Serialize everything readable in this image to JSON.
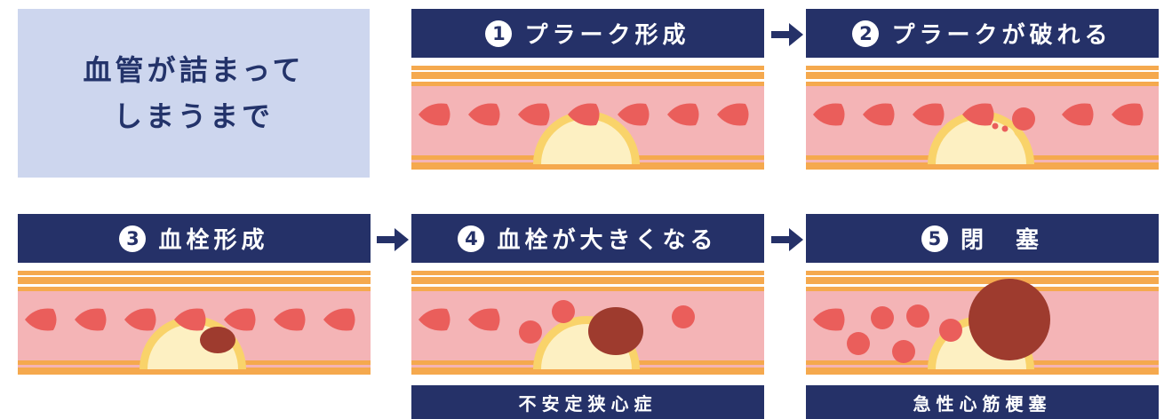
{
  "title": "血管が詰まって\nしまうまで",
  "colors": {
    "navy": "#253168",
    "title_bg": "#cdd6ee",
    "vessel_wall": "#f5a94e",
    "lumen": "#f4b4b6",
    "red_cell": "#ea5e5b",
    "thrombus": "#9e3b2e",
    "plaque": "#fdf0c2"
  },
  "steps": [
    {
      "number": "1",
      "label": "プラーク形成"
    },
    {
      "number": "2",
      "label": "プラークが破れる"
    },
    {
      "number": "3",
      "label": "血栓形成"
    },
    {
      "number": "4",
      "label": "血栓が大きくなる"
    },
    {
      "number": "5",
      "label": "閉　塞"
    }
  ],
  "conditions": [
    "不安定狭心症",
    "急性心筋梗塞"
  ],
  "icons": {
    "arrow": "right-arrow-icon",
    "number": "number-circle-icon"
  }
}
